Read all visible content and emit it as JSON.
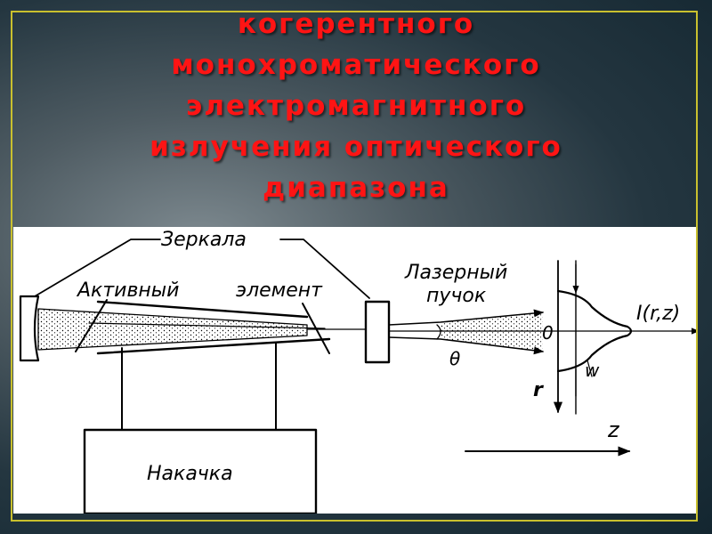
{
  "title": {
    "lines": [
      "когерентного",
      "монохроматического",
      "электромагнитного",
      "излучения оптического",
      "диапазона"
    ]
  },
  "diagram": {
    "mirrors_label": "Зеркала",
    "active_element_label_1": "Активный",
    "active_element_label_2": "элемент",
    "laser_beam_label_1": "Лазерный",
    "laser_beam_label_2": "пучок",
    "pump_label": "Накачка",
    "intensity_label": "I(r,z)",
    "origin_label": "0",
    "theta_label": "θ",
    "w_label": "w",
    "r_label": "r",
    "z_label": "z"
  },
  "colors": {
    "title": "#ff1414",
    "frame": "#c9c02e",
    "panel": "#ffffff"
  }
}
